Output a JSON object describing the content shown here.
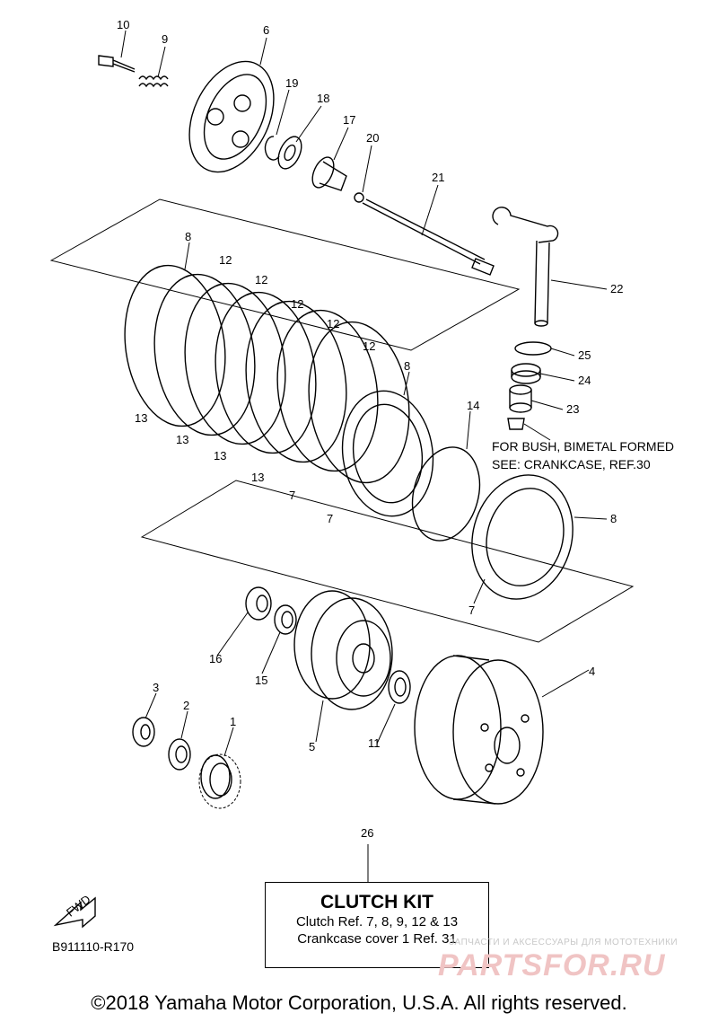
{
  "callouts": [
    "1",
    "2",
    "3",
    "4",
    "5",
    "6",
    "7",
    "8",
    "9",
    "10",
    "11",
    "12",
    "13",
    "14",
    "15",
    "16",
    "17",
    "18",
    "19",
    "20",
    "21",
    "22",
    "23",
    "24",
    "25",
    "26"
  ],
  "note": {
    "line1": "FOR BUSH, BIMETAL FORMED",
    "line2": "SEE: CRANKCASE, REF.30"
  },
  "kit": {
    "title": "CLUTCH KIT",
    "line1": "Clutch Ref. 7, 8, 9, 12 & 13",
    "line2": "Crankcase cover 1 Ref. 31"
  },
  "fwd_label": "FWD",
  "reference_code": "B911110-R170",
  "watermark": {
    "subtitle": "ЗАПЧАСТИ И АКСЕССУАРЫ ДЛЯ МОТОТЕХНИКИ",
    "logo": "PARTSFOR.RU"
  },
  "copyright": "©2018 Yamaha Motor Corporation, U.S.A. All rights reserved."
}
